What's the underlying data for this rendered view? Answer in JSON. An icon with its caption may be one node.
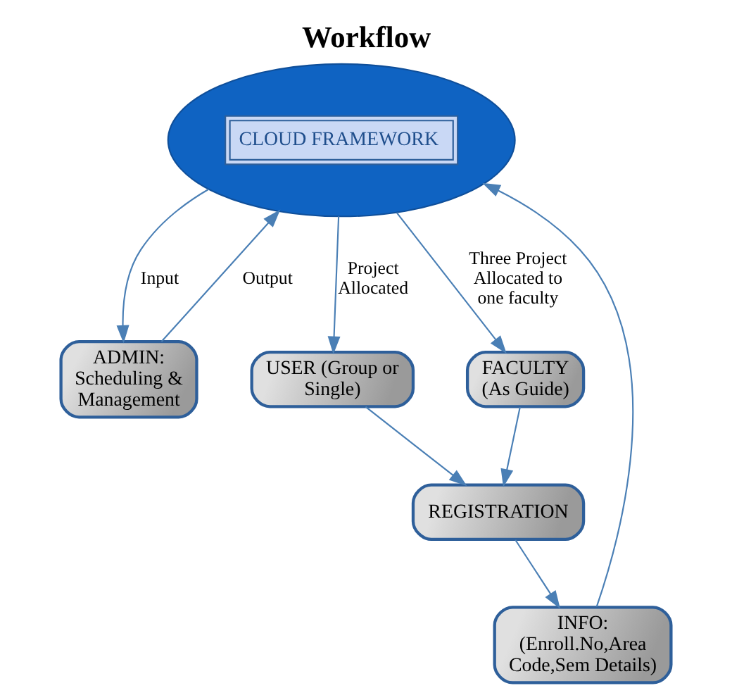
{
  "diagram": {
    "title": "Workflow",
    "nodes": [
      {
        "text": [
          "CLOUD FRAMEWORK"
        ]
      },
      {
        "text": [
          "ADMIN: Scheduling & Management"
        ]
      },
      {
        "text": [
          "INFO: (Enroll.No,Area Code,Sem Details)"
        ]
      },
      {
        "text": [
          "REGISTRATION"
        ]
      },
      {
        "text": [
          "USER (Group or Single)"
        ]
      },
      {
        "text": [
          "FACULTY (As Guide)"
        ]
      }
    ],
    "edges": [
      {
        "from": 1,
        "to": 0,
        "arrow": "to",
        "label": "Output"
      },
      {
        "from": 0,
        "to": 1,
        "arrow": "to",
        "label": "Input"
      },
      {
        "from": 0,
        "to": 4,
        "arrow": "to",
        "label": "Project Allocated"
      },
      {
        "from": 2,
        "to": 0,
        "arrow": "to"
      },
      {
        "from": 3,
        "to": 2,
        "arrow": "to"
      },
      {
        "from": 4,
        "to": 3,
        "arrow": "to"
      },
      {
        "from": 5,
        "to": 3,
        "arrow": "to"
      },
      {
        "from": 0,
        "to": 5,
        "arrow": "to",
        "label": "Three Project Allocated to one faculty"
      }
    ]
  }
}
